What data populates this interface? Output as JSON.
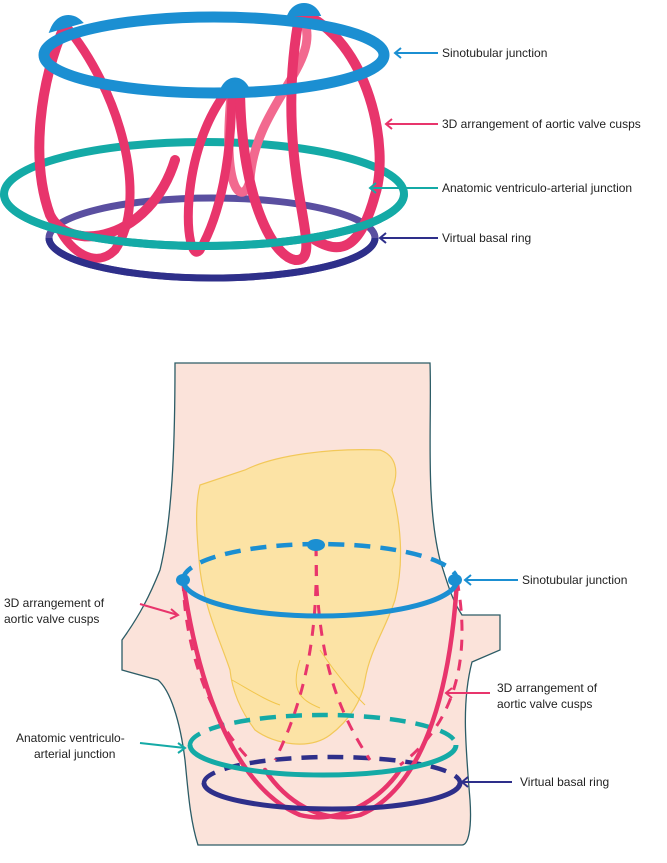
{
  "top_diagram": {
    "labels": {
      "sinotubular": "Sinotubular junction",
      "cusps": "3D arrangement of aortic valve cusps",
      "vaj": "Anatomic ventriculo-arterial junction",
      "basal": "Virtual basal ring"
    }
  },
  "bottom_diagram": {
    "labels": {
      "sinotubular": "Sinotubular junction",
      "cusps_left_1": "3D arrangement of",
      "cusps_left_2": "aortic valve cusps",
      "cusps_right_1": "3D arrangement of",
      "cusps_right_2": "aortic valve cusps",
      "vaj_1": "Anatomic ventriculo-",
      "vaj_2": "arterial junction",
      "basal": "Virtual basal ring"
    }
  },
  "colors": {
    "sinotubular": "#1b8fd2",
    "cusps": "#e8356c",
    "cusps_light": "#f2698f",
    "vaj": "#14aaa6",
    "basal": "#2e2f8a",
    "basal_light": "#5a4fa0",
    "tissue": "#fbe3da",
    "tissue_outline": "#2c5c66",
    "leaflet": "#fde3a0",
    "leaflet_outline": "#f2c64c"
  }
}
